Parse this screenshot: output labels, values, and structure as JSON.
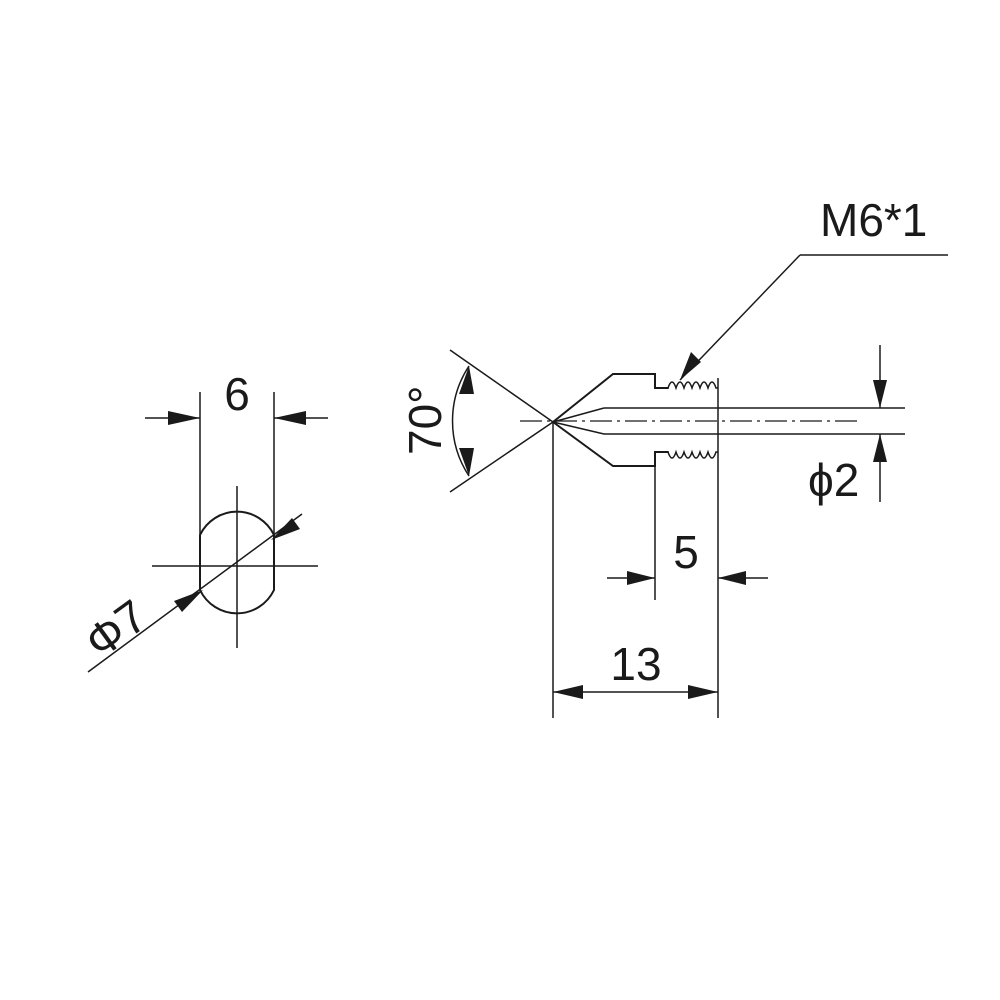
{
  "drawing": {
    "end_view": {
      "width_label": "6",
      "diameter_label": "Φ7"
    },
    "side_view": {
      "angle_label": "70°",
      "thread_label": "M6*1",
      "bore_label": "ϕ2",
      "thread_length_label": "5",
      "overall_length_label": "13"
    }
  }
}
